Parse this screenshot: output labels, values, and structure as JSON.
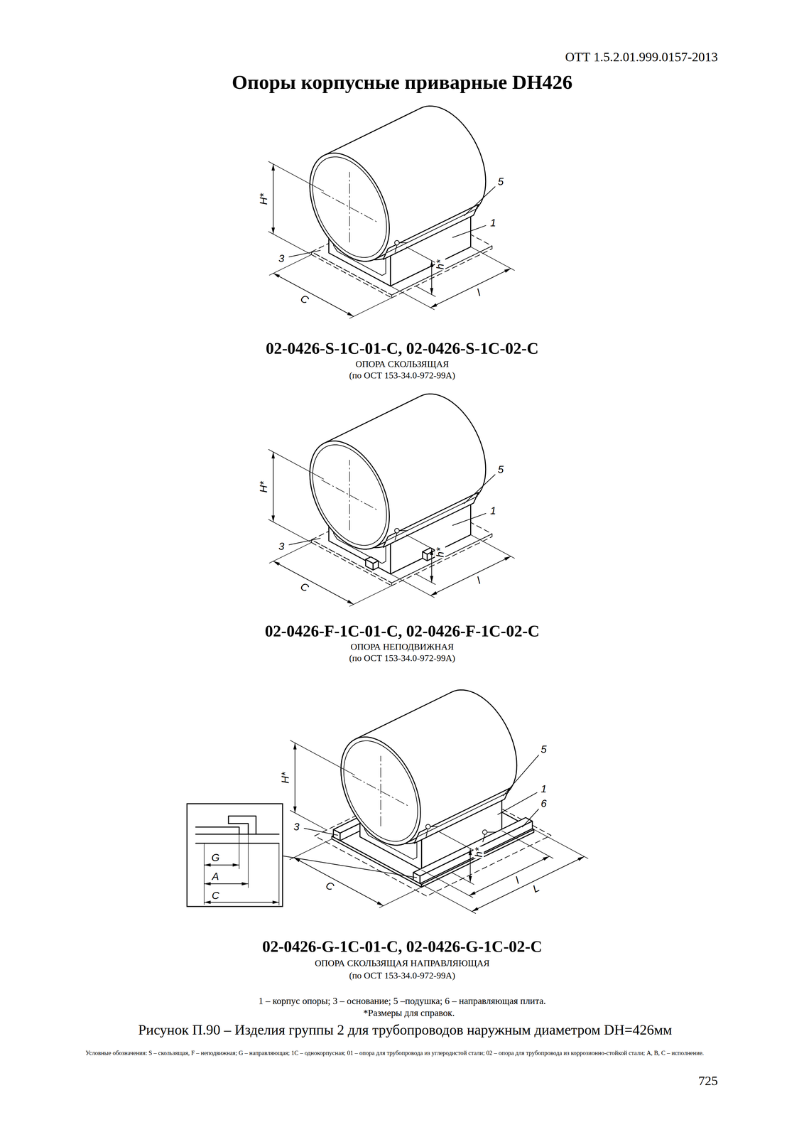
{
  "diagram": {
    "title": "Опоры корпусные приварные DН426",
    "caption": "Рисунок П.90 – Изделия группы 2 для трубопроводов наружным диаметром DН=426мм",
    "labels": [
      "ОТТ 1.5.2.01.999.0157-2013",
      "H*",
      "5",
      "1",
      "3",
      "C",
      "h*",
      "l",
      "02-0426-S-1C-01-C, 02-0426-S-1C-02-C",
      "ОПОРА СКОЛЬЗЯЩАЯ",
      "(по ОСТ 153-34.0-972-99А)",
      "H*",
      "5",
      "1",
      "3",
      "C",
      "h*",
      "l",
      "02-0426-F-1C-01-C, 02-0426-F-1C-02-C",
      "ОПОРА НЕПОДВИЖНАЯ",
      "(по ОСТ 153-34.0-972-99А)",
      "H*",
      "5",
      "1",
      "6",
      "3",
      "C",
      "h*",
      "l",
      "L",
      "G",
      "A",
      "C",
      "02-0426-G-1C-01-C, 02-0426-G-1C-02-C",
      "ОПОРА СКОЛЬЗЯЩАЯ НАПРАВЛЯЮЩАЯ",
      "(по ОСТ 153-34.0-972-99А)",
      "1 – корпус опоры; 3 – основание; 5 –подушка; 6 – направляющая плита.",
      "*Размеры для справок.",
      "Условные обозначения: S – скользящая, F – неподвижная; G – направляющая; 1С – однокорпусная; 01 – опора для трубопровода из углеродистой стали; 02 – опора для трубопровода из коррозионно-стойкой стали; А, В, С – исполнение.",
      "725"
    ]
  }
}
